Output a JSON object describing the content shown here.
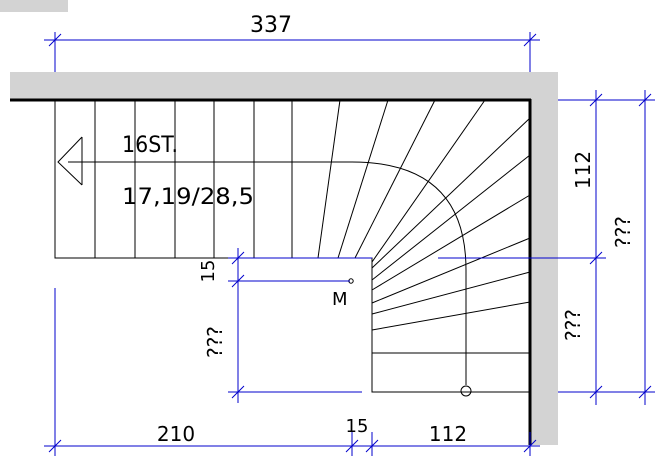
{
  "dimensions": {
    "total_width": "337",
    "left_width": "210",
    "landing_gap": "15",
    "right_width": "112",
    "right_top": "112",
    "right_bottom": "???",
    "right_total": "???",
    "inner_gap": "15",
    "inner_depth": "???"
  },
  "stair": {
    "steps": "16ST.",
    "ratio": "17,19/28,5",
    "center_mark": "M"
  },
  "colors": {
    "dimension_line": "#0000cc",
    "wall_fill": "#d3d3d3",
    "line": "#000000"
  }
}
